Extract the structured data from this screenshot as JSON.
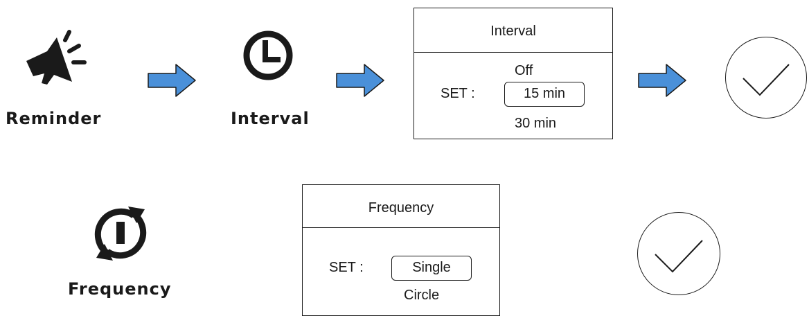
{
  "row1": {
    "reminder_label": "Reminder",
    "interval_label": "Interval",
    "panel": {
      "title": "Interval",
      "set_label": "SET :",
      "option_above": "Off",
      "selected": "15 min",
      "option_below": "30 min"
    }
  },
  "row2": {
    "frequency_label": "Frequency",
    "panel": {
      "title": "Frequency",
      "set_label": "SET :",
      "selected": "Single",
      "option_below": "Circle"
    }
  },
  "colors": {
    "arrow_fill": "#4a90d9",
    "stroke": "#1a1a1a"
  },
  "icons": [
    "megaphone-icon",
    "clock-icon",
    "cycle-icon",
    "arrow-right-icon",
    "checkmark-icon"
  ]
}
